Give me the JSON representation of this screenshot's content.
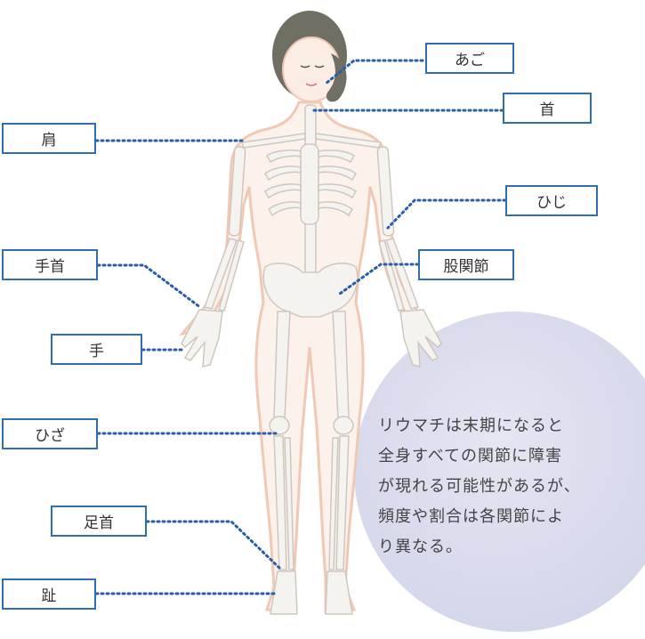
{
  "labels": {
    "ago": "あご",
    "kubi": "首",
    "kata": "肩",
    "hiji": "ひじ",
    "tekubi": "手首",
    "kokansetsu": "股関節",
    "te": "手",
    "hiza": "ひざ",
    "ashikubi": "足首",
    "yubi": "趾"
  },
  "note": {
    "line1": "リウマチは末期になると",
    "line2": "全身すべての関節に障害",
    "line3": "が現れる可能性があるが、",
    "line4": "頻度や割合は各関節によ",
    "line5": "り異なる。"
  },
  "colors": {
    "label_border": "#2f6fb0",
    "leader_dots": "#2a5ea8",
    "skin_outline": "#f1c8b4",
    "hair": "#6f7063",
    "bubble": "#d9dbee"
  },
  "icons": [
    "female-figure-illustration",
    "skeleton-illustration"
  ]
}
